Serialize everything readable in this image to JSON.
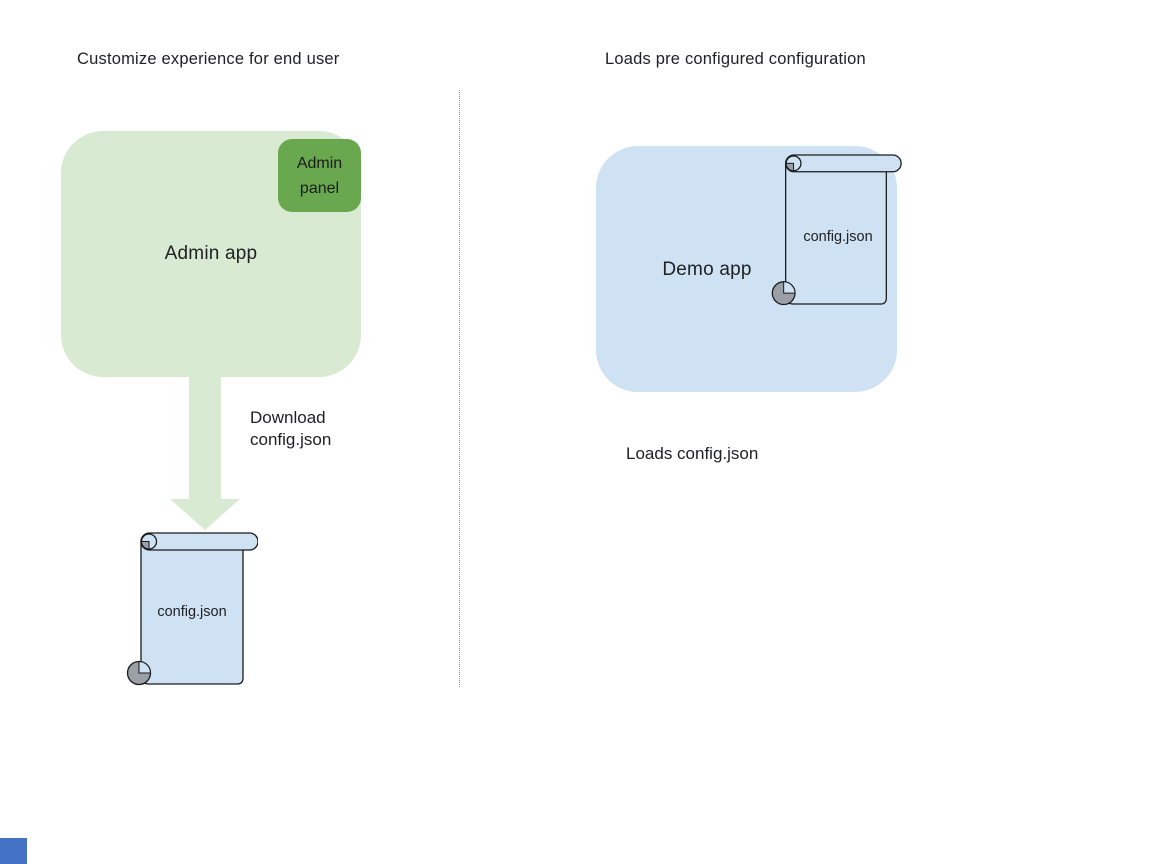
{
  "left": {
    "title": "Customize experience for end user",
    "admin_app_label": "Admin app",
    "admin_panel_label": "Admin panel",
    "arrow_label": "Download\nconfig.json",
    "scroll_label": "config.json"
  },
  "right": {
    "title": "Loads pre configured configuration",
    "demo_app_label": "Demo app",
    "scroll_label": "config.json",
    "caption": "Loads config.json"
  },
  "icons": {
    "download_arrow": "down-arrow",
    "config_file_left": "scroll-document",
    "config_file_right": "scroll-document"
  },
  "colors": {
    "admin_app_fill": "#d9ead3",
    "admin_panel_fill": "#6aa84f",
    "arrow_fill": "#d9ead3",
    "demo_app_fill": "#cfe2f3",
    "scroll_fill": "#cfe2f3",
    "scroll_curl_gray": "#9aa0a6",
    "outline": "#1a1a1a",
    "divider_gray": "#8d8d8d",
    "text": "#202124",
    "corner_marker_blue": "#4472c4"
  }
}
